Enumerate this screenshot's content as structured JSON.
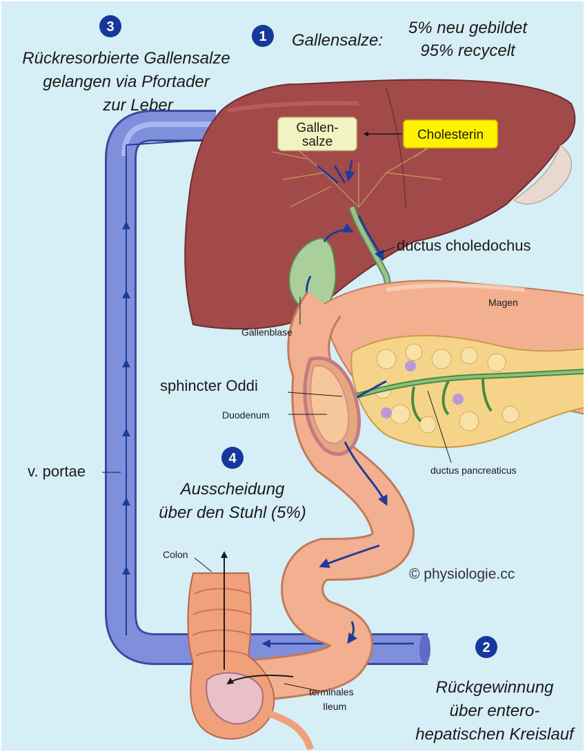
{
  "colors": {
    "background": "#d6eef5",
    "portal_vein": "#7f8fdc",
    "liver": "#a24a4a",
    "bile_arrow": "#1f3b9a",
    "badge": "#16389a",
    "intestine": "#f2b090",
    "bile_salts_box": "#f2f3c2",
    "cholesterol_box": "#fff200"
  },
  "steps": {
    "s1": {
      "number": "1",
      "label": "Gallensalze:",
      "line1": "5% neu gebildet",
      "line2": "95% recycelt"
    },
    "s2": {
      "number": "2",
      "line1": "Rückgewinnung",
      "line2": "über entero-",
      "line3": "hepatischen Kreislauf"
    },
    "s3": {
      "number": "3",
      "line1": "Rückresorbierte Gallensalze",
      "line2": "gelangen via Pfortader",
      "line3": "zur Leber"
    },
    "s4": {
      "number": "4",
      "line1": "Ausscheidung",
      "line2": "über den Stuhl (5%)"
    }
  },
  "boxes": {
    "bile_salts_line1": "Gallen-",
    "bile_salts_line2": "salze",
    "cholesterol": "Cholesterin"
  },
  "labels": {
    "ductus_choledochus": "ductus choledochus",
    "magen": "Magen",
    "gallenblase": "Gallenblase",
    "sphincter": "sphincter Oddi",
    "duodenum": "Duodenum",
    "ductus_pancreaticus": "ductus pancreaticus",
    "v_portae": "v. portae",
    "colon": "Colon",
    "terminales": "terminales",
    "ileum": "Ileum"
  },
  "credit": "© physiologie.cc"
}
